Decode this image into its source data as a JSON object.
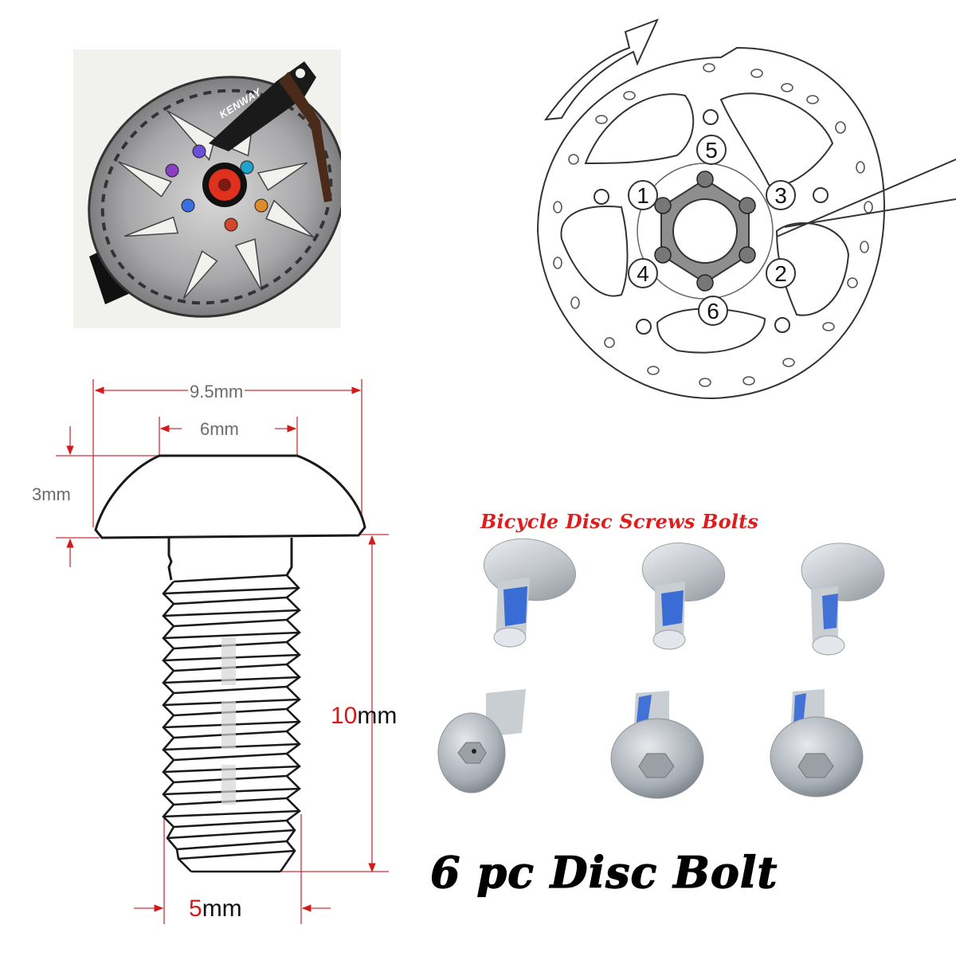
{
  "product_photo": {
    "wrench_brand": "KENWAY",
    "bolt_colors": [
      "#6b4fd8",
      "#1fa3c9",
      "#e08a2c",
      "#8a3fc4",
      "#3b6fe0",
      "#d1472b"
    ],
    "hub_color": "#e0301e"
  },
  "install_diagram": {
    "rotation_arrow": "clockwise-arrow",
    "bolt_sequence": [
      {
        "label": "1",
        "position": "left-upper"
      },
      {
        "label": "2",
        "position": "right-lower"
      },
      {
        "label": "3",
        "position": "right-upper"
      },
      {
        "label": "4",
        "position": "left-lower"
      },
      {
        "label": "5",
        "position": "top"
      },
      {
        "label": "6",
        "position": "bottom"
      }
    ]
  },
  "dimensions": {
    "head_diameter": "9.5mm",
    "top_flat_width": "6mm",
    "head_height": "3mm",
    "thread_length_num": "10",
    "thread_length_unit": "mm",
    "thread_diameter_num": "5",
    "thread_diameter_unit": "mm"
  },
  "bolts_photo": {
    "subtitle": "Bicycle Disc Screws Bolts",
    "count": 6,
    "threadlock_color": "#2a62d6"
  },
  "headline": "6 pc Disc Bolt",
  "colors": {
    "accent_red": "#d41a1a",
    "dimension_line_red": "#c8343a",
    "outline": "#1a1a1a"
  }
}
